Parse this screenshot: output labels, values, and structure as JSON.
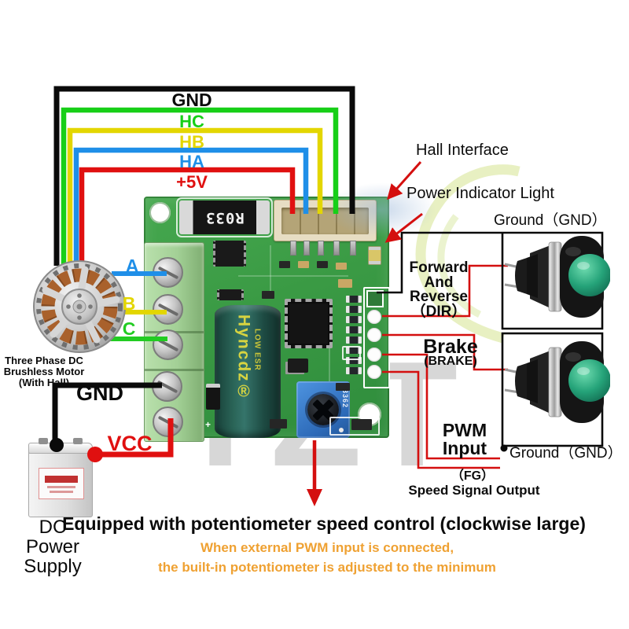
{
  "colors": {
    "black": "#0a0a0a",
    "green": "#17cf17",
    "yellow": "#e3d600",
    "blue": "#1f8fe8",
    "red": "#e01010",
    "signal_red": "#d40f0f",
    "orange": "#efa132",
    "pcb_green": "#3a9a44",
    "button_cap_green": "#25a379"
  },
  "top_wires": {
    "gnd": "GND",
    "hc": "HC",
    "hb": "HB",
    "ha": "HA",
    "v5": "+5V"
  },
  "callouts": {
    "hall": "Hall Interface",
    "power": "Power Indicator Light",
    "ground_top": "Ground（GND）",
    "dir": [
      "Forward",
      "And",
      "Reverse",
      "（DIR）"
    ],
    "brake": "Brake",
    "brake_sub": "(BRAKE)",
    "pwm": [
      "PWM",
      "Input"
    ],
    "ground_bottom": "Ground（GND）",
    "fg": "（FG）",
    "speed": "Speed Signal Output"
  },
  "motor": {
    "label": [
      "Three Phase DC",
      "Brushless Motor",
      "(With Hall)"
    ],
    "phases": {
      "a": "A",
      "b": "B",
      "c": "C"
    }
  },
  "power": {
    "gnd": "GND",
    "vcc": "VCC",
    "supply": [
      "DC",
      "Power",
      "Supply"
    ]
  },
  "board": {
    "resistor": "R033",
    "capacitor": "Hyncdz®",
    "cap_sub": "LOW ESR",
    "potentiometer": "3362",
    "plus": "+"
  },
  "footer": {
    "title": "Equipped with potentiometer speed control (clockwise large)",
    "note1": "When external PWM input is connected,",
    "note2": "the built-in potentiometer is adjusted to the minimum"
  },
  "watermark": {
    "text": "TZT"
  }
}
